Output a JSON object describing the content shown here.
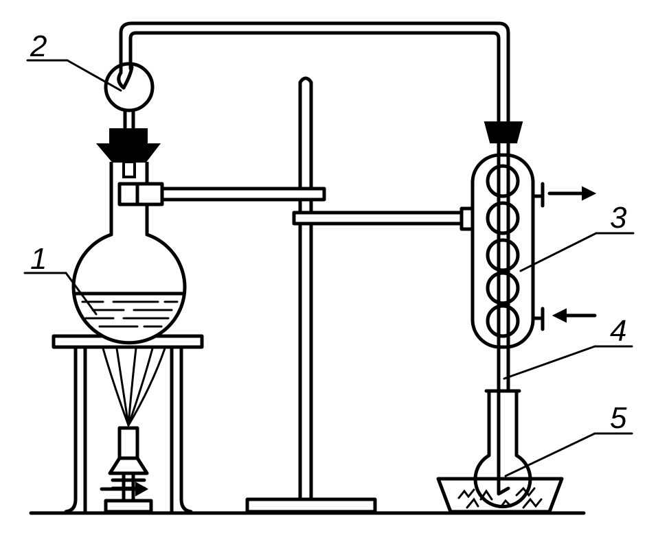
{
  "labels": {
    "flask": "1",
    "trap_bulb": "2",
    "condenser": "3",
    "outlet_tube": "4",
    "receiver": "5"
  }
}
